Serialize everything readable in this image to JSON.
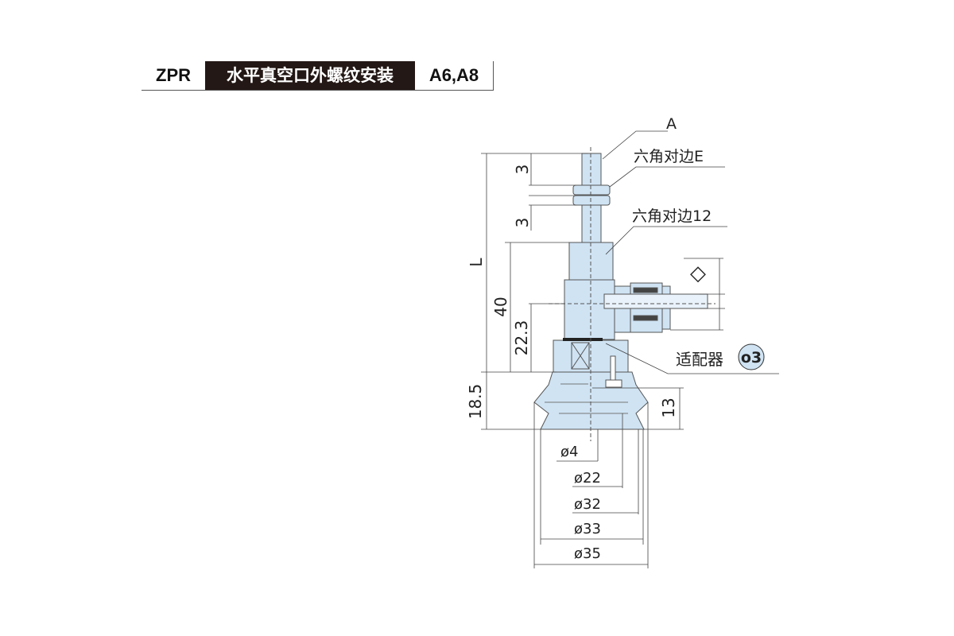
{
  "header": {
    "series": "ZPR",
    "title": "水平真空口外螺纹安装",
    "models": "A6,A8"
  },
  "labels": {
    "thread": "A",
    "hex_nut": "六角对边E",
    "hex_body": "六角对边12",
    "tube_fitting": "◇",
    "adapter": "适配器",
    "adapter_badge": "o3"
  },
  "dimensions": {
    "overall_length": "L",
    "nut_upper": "3",
    "nut_lower": "3",
    "body_height": "40",
    "port_height": "22.3",
    "cup_height": "18.5",
    "bellows_height": "13",
    "d_hole": "ø4",
    "d_inner": "ø22",
    "d_32": "ø32",
    "d_33": "ø33",
    "d_outer": "ø35"
  },
  "colors": {
    "part_fill": "#cfe3f3",
    "line": "#333333",
    "header_bg": "#231815"
  }
}
